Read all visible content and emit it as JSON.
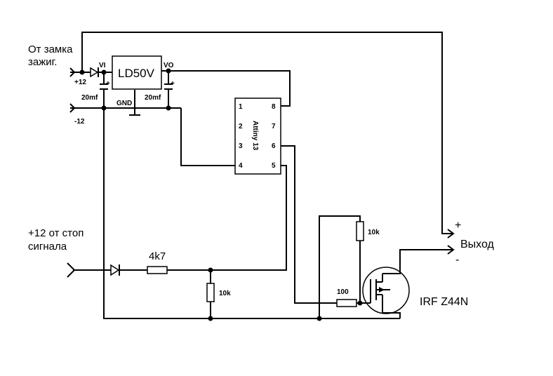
{
  "labels": {
    "ignition_line1": "От замка",
    "ignition_line2": "зажиг.",
    "plus12": "+12",
    "minus12": "-12",
    "vi": "VI",
    "vo": "VO",
    "regulator": "LD50V",
    "gnd": "GND",
    "cap_left": "20mf",
    "cap_right": "20mf",
    "cap_plus": "+",
    "mcu": "Attiny 13",
    "pin1": "1",
    "pin2": "2",
    "pin3": "3",
    "pin4": "4",
    "pin5": "5",
    "pin6": "6",
    "pin7": "7",
    "pin8": "8",
    "brake_line1": "+12 от стоп",
    "brake_line2": "сигнала",
    "r_4k7": "4k7",
    "r_10k_bottom": "10k",
    "r_10k_gate": "10k",
    "r_100": "100",
    "mosfet": "IRF Z44N",
    "out_plus": "+",
    "out_label": "Выход",
    "out_minus": "-"
  }
}
